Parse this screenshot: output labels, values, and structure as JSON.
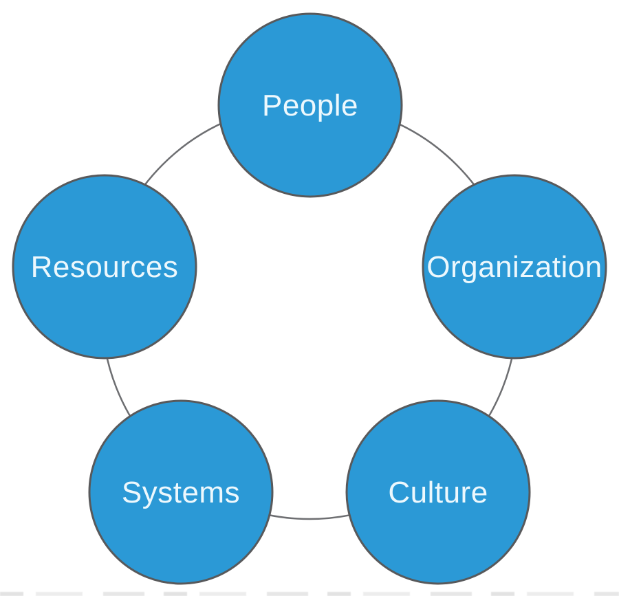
{
  "diagram": {
    "type": "cycle",
    "nodes": [
      {
        "id": "people",
        "label": "People",
        "position": "top"
      },
      {
        "id": "organization",
        "label": "Organization",
        "position": "right"
      },
      {
        "id": "culture",
        "label": "Culture",
        "position": "bottom-right"
      },
      {
        "id": "systems",
        "label": "Systems",
        "position": "bottom-left"
      },
      {
        "id": "resources",
        "label": "Resources",
        "position": "left"
      }
    ],
    "colors": {
      "node_fill": "#2B99D6",
      "node_stroke": "#58595B",
      "connector_stroke": "#6D6E71",
      "label_color": "#EDF8FD",
      "background": "#FFFFFF"
    }
  }
}
